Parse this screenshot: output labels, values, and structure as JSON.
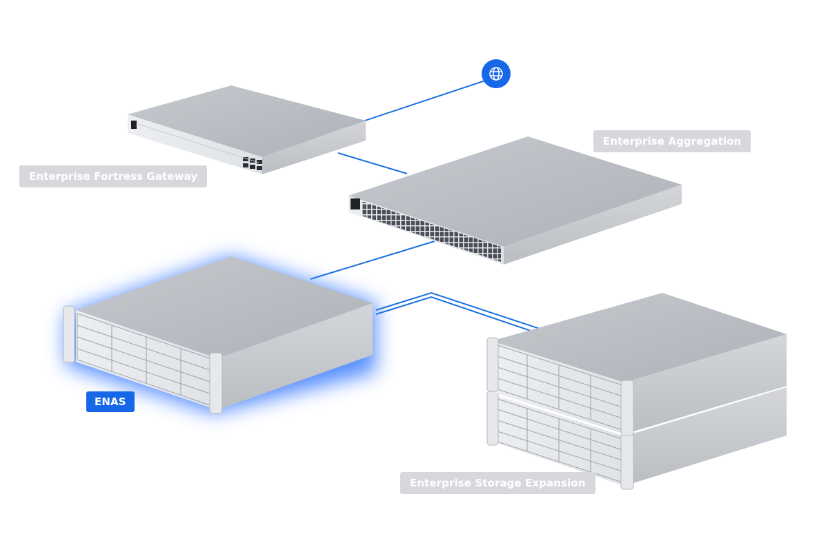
{
  "devices": {
    "gateway": {
      "label": "Enterprise Fortress Gateway",
      "selected": false
    },
    "aggregation": {
      "label": "Enterprise Aggregation",
      "selected": false
    },
    "enas": {
      "label": "ENAS",
      "selected": true
    },
    "expansion": {
      "label": "Enterprise Storage Expansion",
      "selected": false
    }
  },
  "internet": {
    "icon": "globe-icon"
  },
  "colors": {
    "accent": "#1668e8",
    "link": "#1a6fe0",
    "label_inactive": "#d6d8dc",
    "glow": "#3b7bff"
  }
}
